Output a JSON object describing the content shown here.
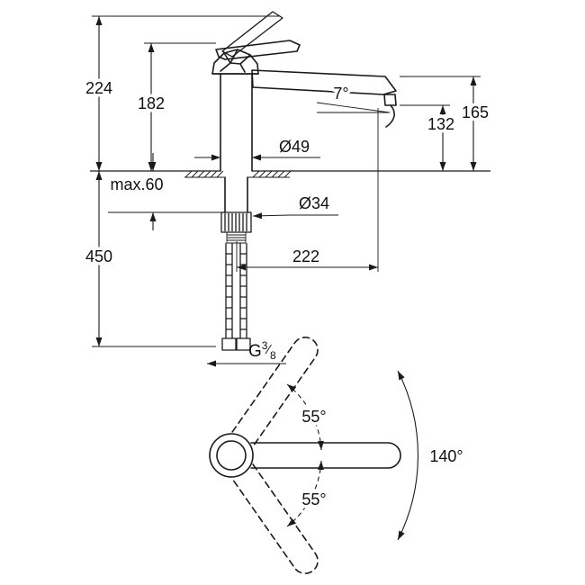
{
  "side_view": {
    "total_height": "224",
    "body_height": "182",
    "spout_height": "165",
    "outlet_height": "132",
    "spout_angle": "7°",
    "body_diameter": "Ø49",
    "max_deck_thickness": "max.60",
    "shank_diameter": "Ø34",
    "below_deck_length": "450",
    "spout_reach": "222",
    "thread": {
      "prefix": "G",
      "numerator": "3",
      "slash": "⁄",
      "denominator": "8"
    }
  },
  "top_view": {
    "swivel_upper": "55°",
    "swivel_lower": "55°",
    "swivel_total": "140°"
  },
  "colors": {
    "line": "#1a1a1a",
    "background": "#ffffff"
  }
}
